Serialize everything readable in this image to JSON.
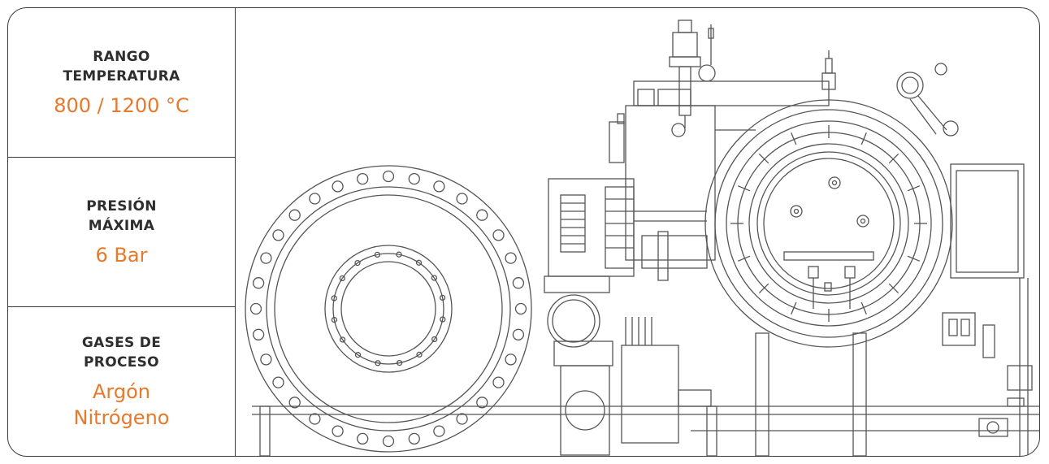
{
  "specs": [
    {
      "label_lines": [
        "RANGO",
        "TEMPERATURA"
      ],
      "value_lines": [
        "800 / 1200 °C"
      ]
    },
    {
      "label_lines": [
        "PRESIÓN",
        "MÁXIMA"
      ],
      "value_lines": [
        "6 Bar"
      ]
    },
    {
      "label_lines": [
        "GASES DE",
        "PROCESO"
      ],
      "value_lines": [
        "Argón",
        "Nitrógeno"
      ]
    }
  ],
  "colors": {
    "accent": "#e8782a",
    "label": "#2e2e2e",
    "line": "#555555",
    "border": "#3a3a3a"
  }
}
